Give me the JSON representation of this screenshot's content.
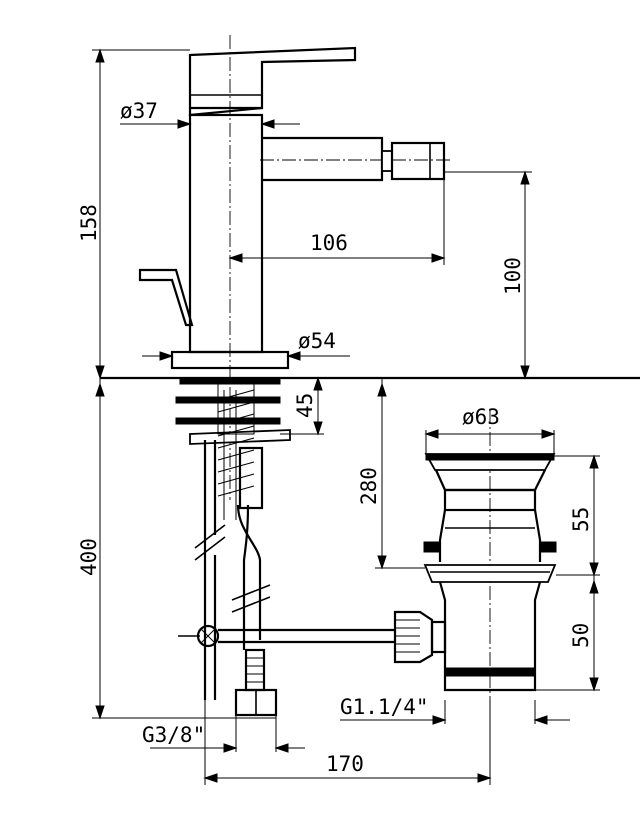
{
  "dimensions": {
    "height_total": "158",
    "diameter_top": "ø37",
    "reach": "106",
    "spout_height": "100",
    "base_diameter": "ø54",
    "deck_thickness": "45",
    "hose_length": "400",
    "waste_height": "280",
    "waste_diameter": "ø63",
    "waste_upper": "55",
    "waste_lower": "50",
    "waste_thread": "G1.1/4\"",
    "inlet_thread": "G3/8\"",
    "rod_length": "170"
  },
  "colors": {
    "line": "#000000",
    "background": "#ffffff"
  }
}
